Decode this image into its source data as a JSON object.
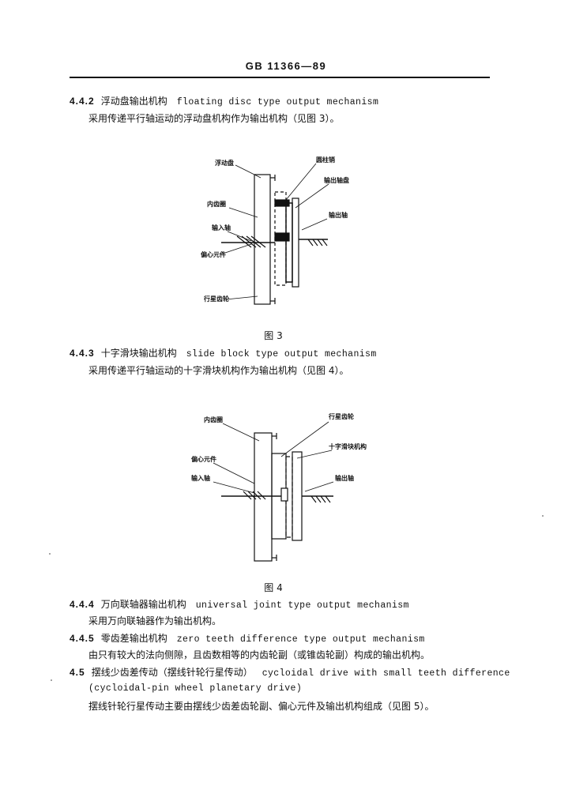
{
  "header": {
    "standard": "GB 11366—89"
  },
  "s442": {
    "num": "4.4.2",
    "zh": "浮动盘输出机构",
    "en": "floating disc type output mechanism",
    "desc": "采用传递平行轴运动的浮动盘机构作为输出机构（见图 3）。"
  },
  "fig3": {
    "caption": "图 3",
    "labels": {
      "floating_disc": "浮动盘",
      "cylinder_pin": "圆柱销",
      "output_disc": "输出轴盘",
      "internal_gear": "内齿圈",
      "output_shaft": "输出轴",
      "input_shaft": "输入轴",
      "eccentric": "偏心元件",
      "planet_gear": "行星齿轮"
    }
  },
  "s443": {
    "num": "4.4.3",
    "zh": "十字滑块输出机构",
    "en": "slide block type output mechanism",
    "desc": "采用传递平行轴运动的十字滑块机构作为输出机构（见图 4）。"
  },
  "fig4": {
    "caption": "图 4",
    "labels": {
      "internal_gear": "内齿圈",
      "planet_gear": "行星齿轮",
      "cross_slider": "十字滑块机构",
      "eccentric": "偏心元件",
      "input_shaft": "输入轴",
      "output_shaft": "输出轴"
    }
  },
  "s444": {
    "num": "4.4.4",
    "zh": "万向联轴器输出机构",
    "en": "universal joint type output mechanism",
    "desc": "采用万向联轴器作为输出机构。"
  },
  "s445": {
    "num": "4.4.5",
    "zh": "零齿差输出机构",
    "en": "zero teeth difference type output mechanism",
    "desc": "由只有较大的法向侧隙，且齿数相等的内齿轮副（或锥齿轮副）构成的输出机构。"
  },
  "s45": {
    "num": "4.5",
    "zh": "摆线少齿差传动（摆线针轮行星传动）",
    "en": "cycloidal drive with small teeth difference",
    "en2": "(cycloidal-pin wheel planetary drive)",
    "desc": "摆线针轮行星传动主要由摆线少齿差齿轮副、偏心元件及输出机构组成（见图 5）。"
  }
}
